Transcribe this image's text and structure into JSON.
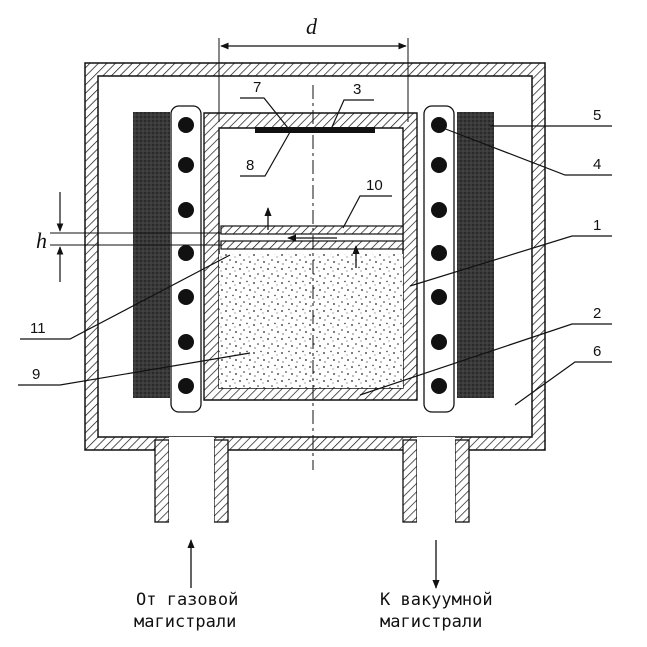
{
  "diagram": {
    "dimension_labels": {
      "diameter": "d",
      "height": "h"
    },
    "callouts": [
      "1",
      "2",
      "3",
      "4",
      "5",
      "6",
      "7",
      "8",
      "9",
      "10",
      "11"
    ],
    "captions": {
      "gas_inlet": [
        "От газовой",
        "магистрали"
      ],
      "vacuum_outlet": [
        "К вакуумной",
        "магистрали"
      ]
    }
  }
}
